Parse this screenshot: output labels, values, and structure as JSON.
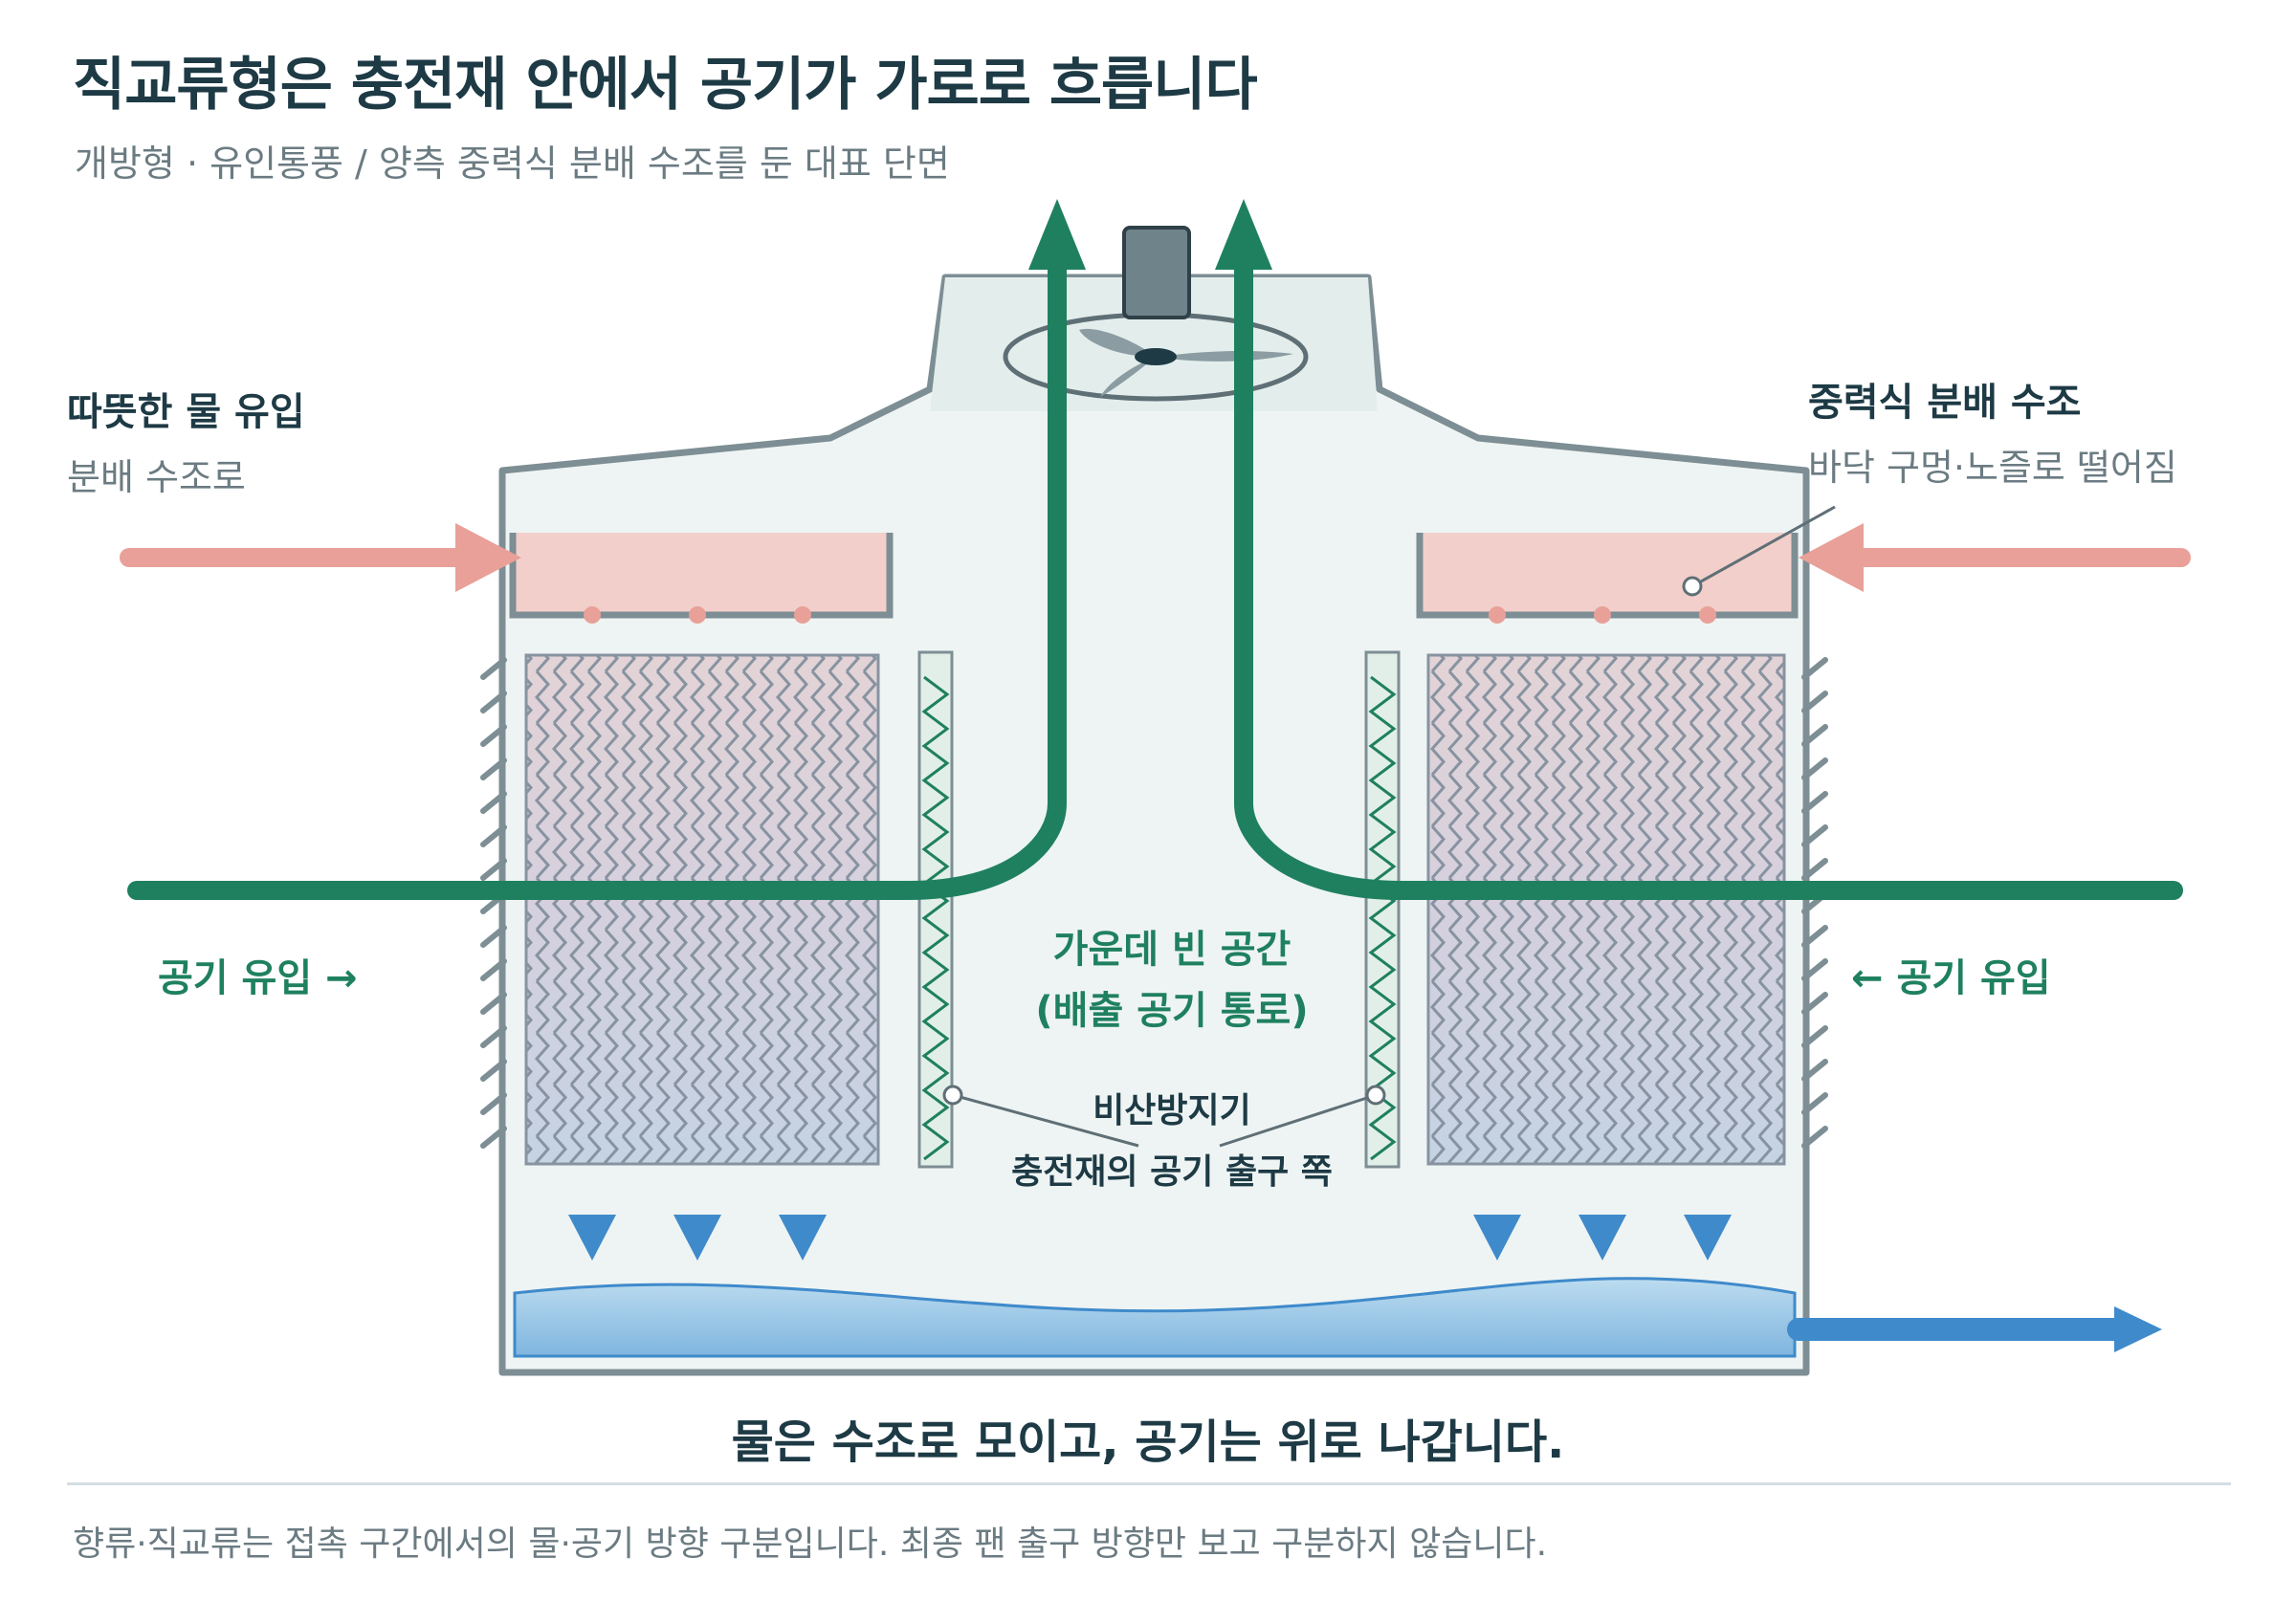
{
  "title": "직교류형은 충전재 안에서 공기가 가로로 흐릅니다",
  "subtitle": "개방형 · 유인통풍 / 양측 중력식 분배 수조를 둔 대표 단면",
  "labels": {
    "hot_water_in": "따뜻한 물 유입",
    "to_basin": "분배 수조로",
    "gravity_basin": "중력식 분배 수조",
    "basin_desc": "바닥 구멍·노즐로 떨어짐",
    "air_in_left": "공기 유입 →",
    "air_in_right": "← 공기 유입",
    "center_space_1": "가운데 빈 공간",
    "center_space_2": "(배출 공기 통로)",
    "eliminator_1": "비산방지기",
    "eliminator_2": "충전재의 공기 출구 쪽"
  },
  "caption": "물은 수조로 모이고, 공기는 위로 나갑니다.",
  "footnote": "향류·직교류는 접촉 구간에서의 물·공기 방향 구분입니다. 최종 팬 출구 방향만 보고 구분하지 않습니다.",
  "icons": {
    "fan": "fan-icon",
    "motor": "motor-icon"
  },
  "colors": {
    "air": "#1f8060",
    "hot_water": "#e8a098",
    "cold_water": "#3f8acb",
    "housing": "#7d8e94",
    "housing_fill": "#eef4f3",
    "basin": "#f2cfca",
    "eliminator": "#e2efe8",
    "fill_media": "#d9d2dc"
  }
}
